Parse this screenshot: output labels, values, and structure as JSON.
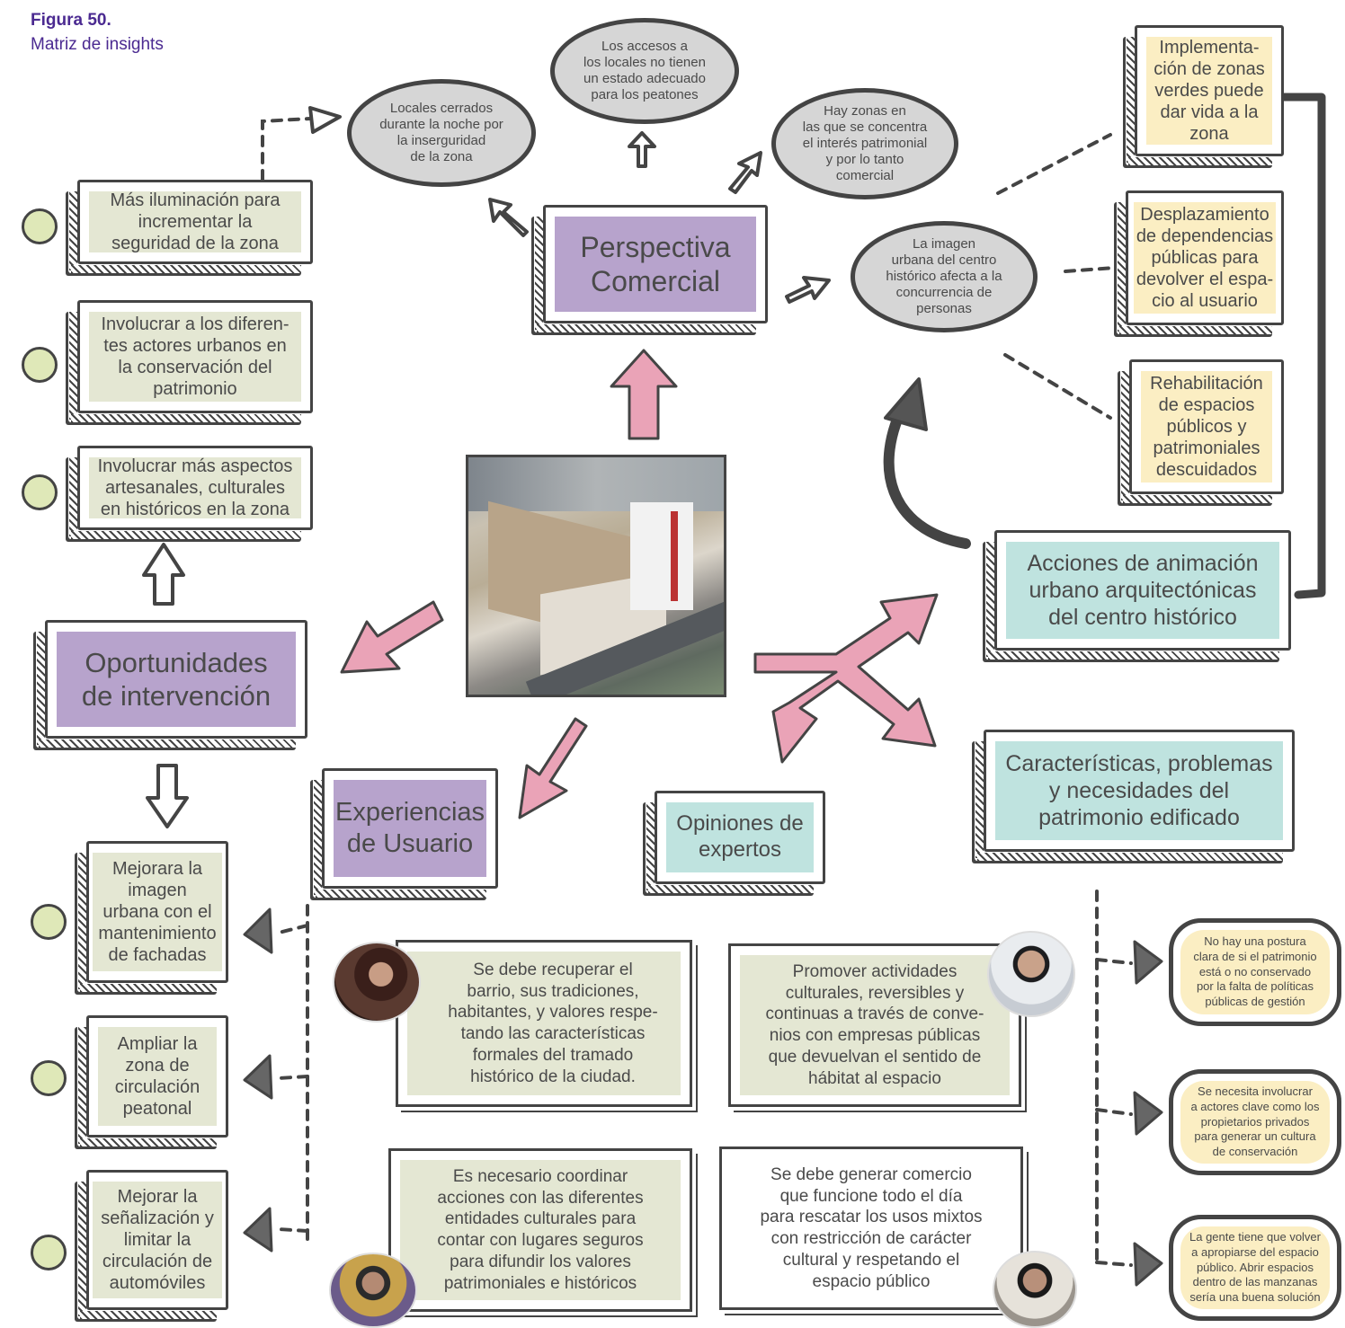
{
  "figure": {
    "title": "Figura 50.",
    "subtitle": "Matriz de insights"
  },
  "center_photo": {
    "description_icon": "city-aerial-photo-icon"
  },
  "perspectiva": {
    "label_1": "Perspectiva",
    "label_2": "Comercial"
  },
  "oportunidades": {
    "label_1": "Oportunidades",
    "label_2": "de intervención"
  },
  "experiencias": {
    "label_1": "Experiencias",
    "label_2": "de Usuario"
  },
  "opiniones": {
    "label_1": "Opiniones de",
    "label_2": "expertos"
  },
  "acciones": {
    "label_1": "Acciones de animación",
    "label_2": "urbano arquitectónicas",
    "label_3": "del centro histórico"
  },
  "caracteristicas": {
    "label_1": "Características, problemas",
    "label_2": "y necesidades del",
    "label_3": "patrimonio edificado"
  },
  "ellipses": {
    "e1": [
      "Locales cerrados",
      "durante la noche por",
      "la inserguridad",
      "de la zona"
    ],
    "e2": [
      "Los accesos a",
      "los locales no tienen",
      "un estado adecuado",
      "para los peatones"
    ],
    "e3": [
      "Hay zonas en",
      "las que se concentra",
      "el interés patrimonial",
      "y por lo tanto",
      "comercial"
    ],
    "e4": [
      "La imagen",
      "urbana del centro",
      "histórico afecta a la",
      "concurrencia de",
      "personas"
    ]
  },
  "left_boxes": {
    "b1": [
      "Más iluminación para",
      "incrementar la",
      "seguridad de la zona"
    ],
    "b2": [
      "Involucrar a los diferen-",
      "tes actores urbanos en",
      "la conservación del",
      "patrimonio"
    ],
    "b3": [
      "Involucrar más aspectos",
      "artesanales, culturales",
      "en históricos en la zona"
    ]
  },
  "bottom_left_boxes": {
    "b1": [
      "Mejorara la",
      "imagen",
      "urbana con el",
      "mantenimiento",
      "de fachadas"
    ],
    "b2": [
      "Ampliar la",
      "zona de",
      "circulación",
      "peatonal"
    ],
    "b3": [
      "Mejorar la",
      "señalización y",
      "limitar la",
      "circulación de",
      "automóviles"
    ]
  },
  "right_boxes": {
    "b1": [
      "Implementa-",
      "ción de zonas",
      "verdes puede",
      "dar vida a la",
      "zona"
    ],
    "b2": [
      "Desplazamiento",
      "de dependencias",
      "públicas para",
      "devolver el espa-",
      "cio al usuario"
    ],
    "b3": [
      "Rehabilitación",
      "de espacios",
      "públicos y",
      "patrimoniales",
      "descuidados"
    ]
  },
  "quotes": {
    "q1": [
      "Se debe recuperar el",
      "barrio, sus tradiciones,",
      "habitantes, y valores respe-",
      "tando las características",
      "formales del tramado",
      "histórico de la ciudad."
    ],
    "q2": [
      "Promover actividades",
      "culturales, reversibles y",
      "continuas a través de conve-",
      "nios con empresas públicas",
      "que devuelvan el sentido de",
      "hábitat al espacio"
    ],
    "q3": [
      "Es necesario coordinar",
      "acciones con las diferentes",
      "entidades culturales para",
      "contar con lugares seguros",
      "para difundir los valores",
      "patrimoniales e históricos"
    ],
    "q4": [
      "Se debe generar comercio",
      "que funcione todo el día",
      "para rescatar los usos mixtos",
      "con restricción de carácter",
      "cultural y respetando el",
      "espacio público"
    ]
  },
  "pills": {
    "p1": [
      "No hay una postura",
      "clara de si el patrimonio",
      "está o no conservado",
      "por la falta de políticas",
      "públicas de gestión"
    ],
    "p2": [
      "Se necesita involucrar",
      "a actores clave como los",
      "propietarios privados",
      "para generar un cultura",
      "de conservación"
    ],
    "p3": [
      "La gente tiene que volver",
      "a apropiarse del espacio",
      "público. Abrir espacios",
      "dentro de las manzanas",
      "sería una buena solución"
    ]
  },
  "colors": {
    "purple": "#b7a3cc",
    "teal": "#bfe3df",
    "green": "#e4e7d3",
    "yellow": "#fbeec3",
    "pink": "#eaa3b7",
    "outline": "#444444",
    "title": "#4b2a91"
  }
}
